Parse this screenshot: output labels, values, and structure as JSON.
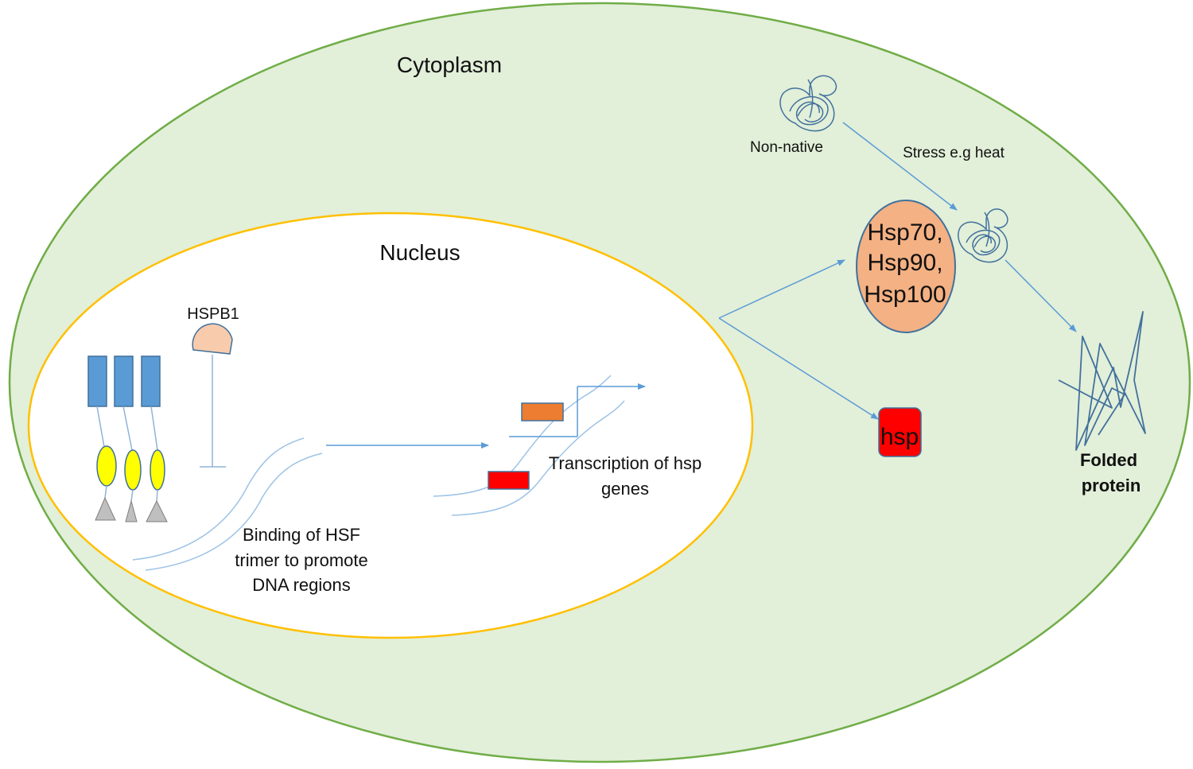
{
  "compartments": {
    "cytoplasm_label": "Cytoplasm",
    "nucleus_label": "Nucleus"
  },
  "nucleus": {
    "hspb1_label": "HSPB1",
    "binding_text": [
      "Binding of HSF",
      "trimer to promote",
      "DNA regions"
    ],
    "transcription_text": [
      "Transcription of hsp",
      "genes"
    ]
  },
  "cytoplasm": {
    "non_native_label": "Non-native",
    "stress_label": "Stress e.g heat",
    "chaperones": [
      "Hsp70,",
      "Hsp90,",
      "Hsp100"
    ],
    "hsp_label": "hsp",
    "folded_protein_label": [
      "Folded",
      "protein"
    ]
  },
  "colors": {
    "cytoplasm_fill": "#e2efd9",
    "cytoplasm_border": "#70ad47",
    "nucleus_border": "#ffc000",
    "trimer_blue": "#5b9bd5",
    "trimer_yellow": "#ffff00",
    "trimer_grey": "#bfbfbf",
    "hspb1_fill": "#f8cbad",
    "chaperone_fill": "#f4b183",
    "hsp_red": "#ff0000",
    "gene_orange": "#ed7d31",
    "arrow_blue": "#5b9bd5",
    "dna_blue": "#9dc3e6"
  }
}
